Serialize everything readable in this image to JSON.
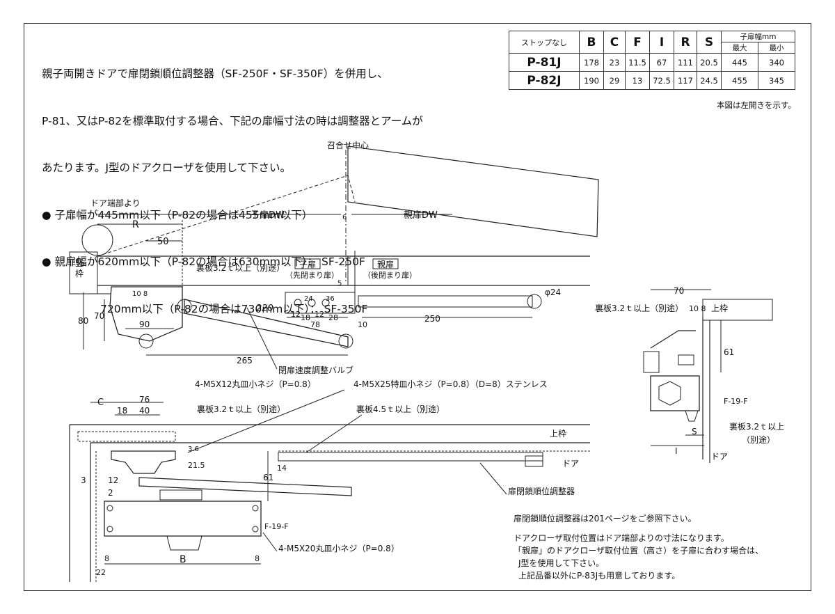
{
  "intro": {
    "line1": "親子両開きドアで扉閉鎖順位調整器（SF-250F・SF-350F）を併用し、",
    "line2": "P-81、又はP-82を標準取付する場合、下記の扉幅寸法の時は調整器とアームが",
    "line3": "あたります。J型のドアクローザを使用して下さい。",
    "line4": "● 子扉幅が445mm以下（P-82の場合は455mm以下）",
    "line5": "● 親扉幅が620mm以下（P-82の場合は630mm以下）： SF-250F",
    "line6": "720mm以下（P-82の場合は730mm以下）： SF-350F"
  },
  "table": {
    "corner": "ストップなし",
    "headers": [
      "B",
      "C",
      "F",
      "I",
      "R",
      "S"
    ],
    "child_width_label": "子扉幅mm",
    "max_label": "最大",
    "min_label": "最小",
    "rows": [
      {
        "model": "P-81J",
        "values": [
          "178",
          "23",
          "11.5",
          "67",
          "111",
          "20.5",
          "445",
          "340"
        ]
      },
      {
        "model": "P-82J",
        "values": [
          "190",
          "29",
          "13",
          "72.5",
          "117",
          "24.5",
          "455",
          "345"
        ]
      }
    ],
    "caption": "本図は左開きを示す。"
  },
  "top_view": {
    "center_label": "召合せ中心",
    "edge_label": "ドア端部より",
    "child_dw": "子扉DW",
    "parent_dw": "親扉DW",
    "frame_vertical": "竪\n枠",
    "backing_plate": "裏板3.2ｔ以上（別途）",
    "child_door_title": "子扉",
    "child_door_sub": "（先閉まり扉）",
    "parent_door_title": "親扉",
    "parent_door_sub": "（後閉まり扉）",
    "valve_label": "閉扉速度調整バルブ",
    "dims": {
      "R": "R",
      "d50": "50",
      "d80": "80",
      "d70": "70",
      "d108": "10 8",
      "d90": "90",
      "d220": "220",
      "d265": "265",
      "d6": "6",
      "d5": "5",
      "d24": "24",
      "d36": "36",
      "d12a": "12",
      "d18": "18",
      "d12b": "12",
      "d28": "28",
      "d78": "78",
      "d10": "10",
      "d250": "250",
      "phi24": "φ24"
    }
  },
  "side_view": {
    "screw_top": "4-M5X12丸皿小ネジ（P=0.8）",
    "screw_special": "4-M5X25特皿小ネジ（P=0.8）（D=8）ステンレス",
    "backing_32": "裏板3.2ｔ以上（別途）",
    "backing_45": "裏板4.5ｔ以上（別途）",
    "upper_frame": "上枠",
    "door": "ドア",
    "regulator": "扉閉鎖順位調整器",
    "screw_bottom": "4-M5X20丸皿小ネジ（P=0.8）",
    "dims": {
      "C": "C",
      "d76": "76",
      "d18": "18",
      "d40": "40",
      "d36": "3.6",
      "d215": "21.5",
      "d14": "14",
      "d61": "61",
      "d3": "3",
      "d12": "12",
      "d2": "2",
      "d19f": "F-19-F",
      "d8a": "8",
      "B": "B",
      "d8b": "8",
      "d22": "22"
    }
  },
  "section_view": {
    "d70": "70",
    "d108": "10 8",
    "upper_frame": "上枠",
    "backing": "裏板3.2ｔ以上（別途）",
    "d61": "61",
    "d19f": "F-19-F",
    "backing2_l1": "裏板3.2ｔ以上",
    "backing2_l2": "（別途）",
    "S": "S",
    "I": "I",
    "door": "ドア"
  },
  "notes": {
    "n1": "扉閉鎖順位調整器は201ページをご参照下さい。",
    "n2": "ドアクローザ取付位置はドア端部よりの寸法になります。",
    "n3": "「親扉」のドアクローザ取付位置（高さ）を子扉に合わす場合は、",
    "n4": "J型を使用して下さい。",
    "n5": "上記品番以外にP-83Jも用意しております。"
  }
}
